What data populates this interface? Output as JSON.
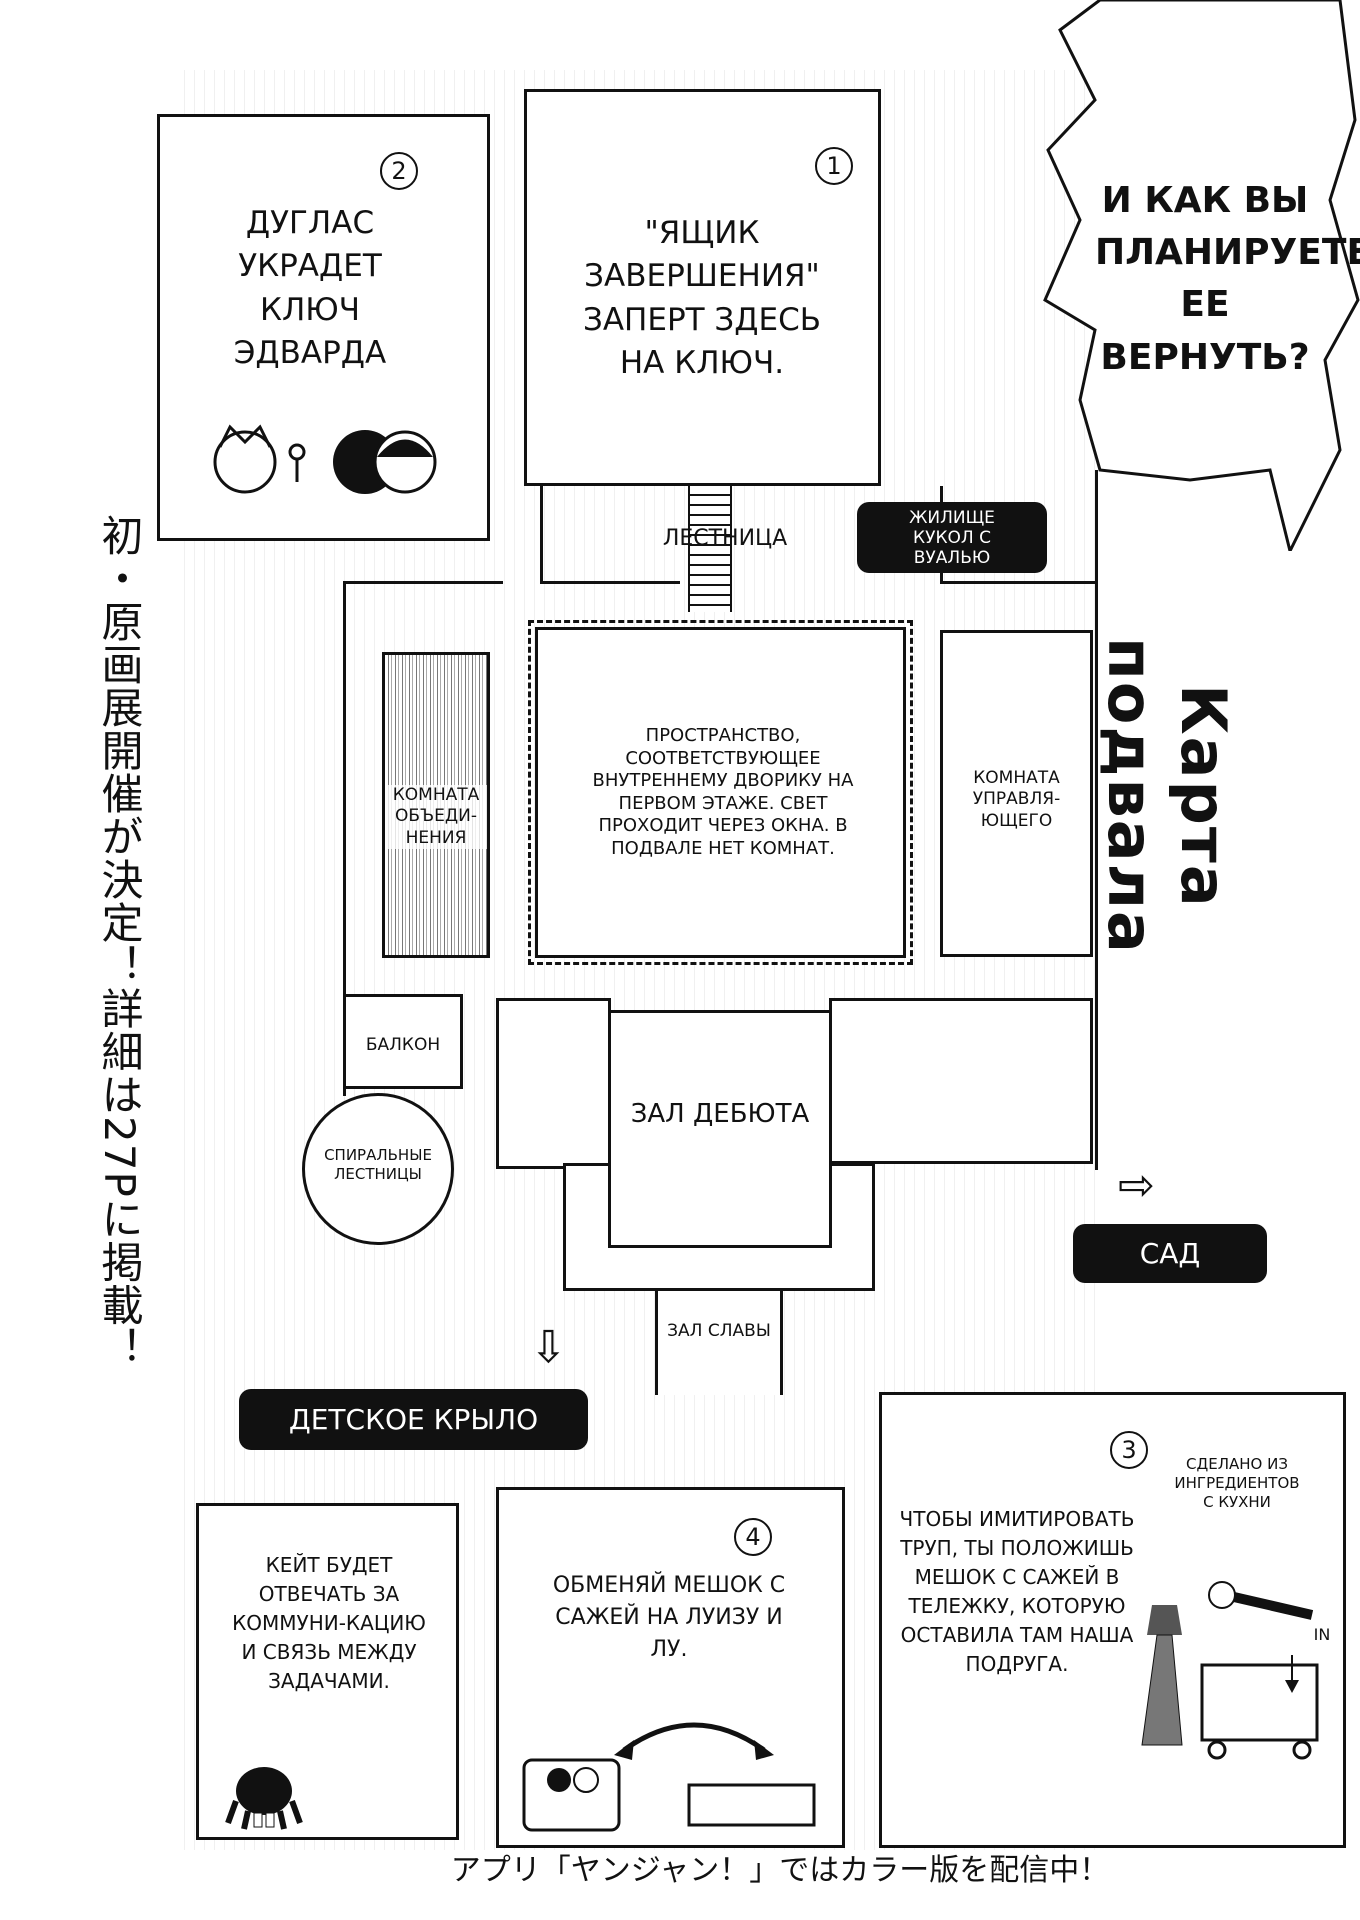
{
  "bubble": {
    "text": "И как вы планируете ее вернуть?"
  },
  "title": "Карта подвала",
  "side_note_jp": "初・原画展開催が決定！詳細は27Pに掲載！",
  "footer_jp": "アプリ「ヤンジャン！」ではカラー版を配信中！",
  "boxes": {
    "box1": {
      "number": "1",
      "text": "\"Ящик завершения\" заперт здесь на ключ."
    },
    "box2": {
      "number": "2",
      "text": "Дуглас украдет ключ Эдварда"
    },
    "box3": {
      "number": "3",
      "text": "Чтобы имитировать труп, ты положишь мешок с сажей в тележку, которую оставила там наша подруга.",
      "note": "Сделано из ингредиентов с кухни",
      "in_label": "IN"
    },
    "box4": {
      "number": "4",
      "text": "Обменяй мешок с сажей на Луизу и Лу."
    },
    "kate": {
      "text": "Кейт будет отвечать за коммуни-кацию и связь между задачами."
    }
  },
  "rooms": {
    "stairs": "Лестница",
    "doll_quarters": "Жилище кукол с вуалью",
    "courtyard": "Пространство, соответствующее внутреннему дворику на первом этаже. Свет проходит через окна. В подвале нет комнат.",
    "union_room": "Комната объеди-нения",
    "manager_room": "Комната управля-ющего",
    "balcony": "Балкон",
    "spiral_stairs": "Спиральные лестницы",
    "debut_hall": "Зал дебюта",
    "hall_of_fame": "Зал славы",
    "garden": "Сад",
    "children_wing": "Детское крыло"
  }
}
